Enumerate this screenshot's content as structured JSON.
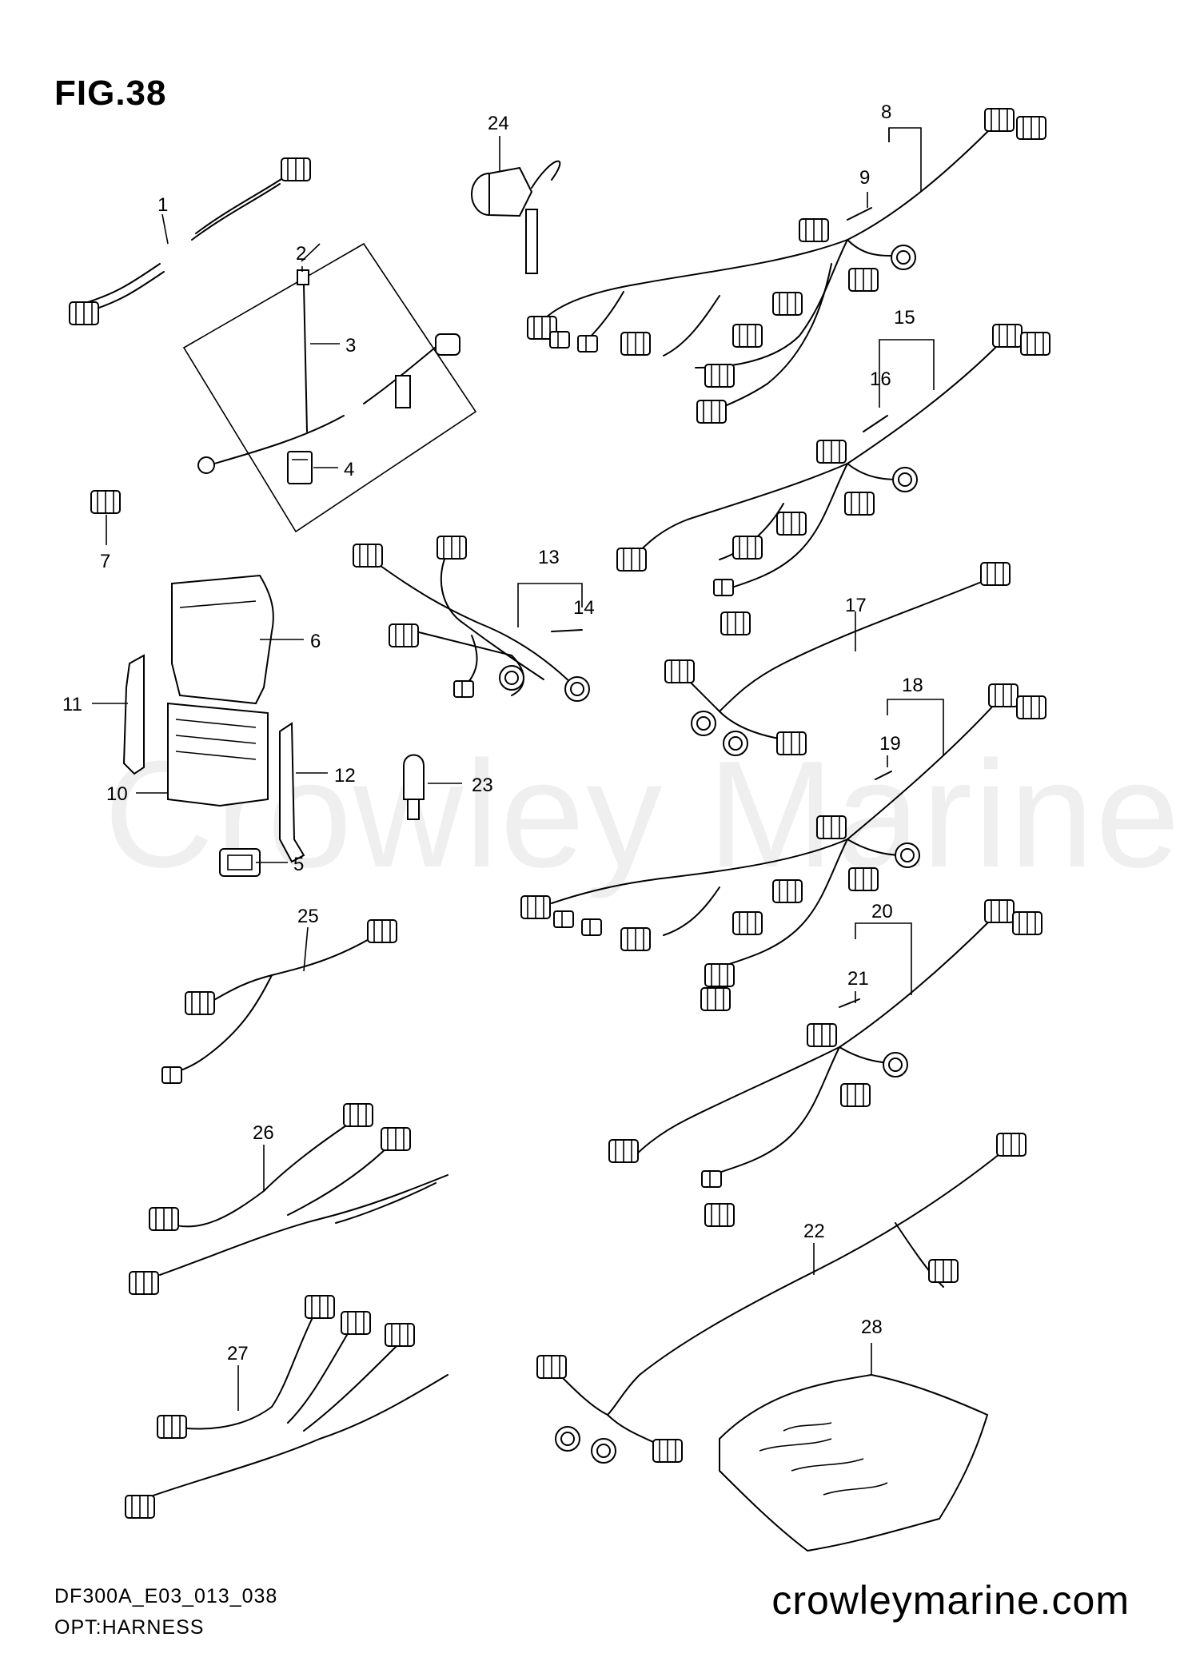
{
  "figure": {
    "title": "FIG.38",
    "code": "DF300A_E03_013_038",
    "description": "OPT:HARNESS"
  },
  "watermark": "Crowley Marine",
  "site": "crowleymarine.com",
  "callouts": [
    "1",
    "2",
    "3",
    "4",
    "5",
    "6",
    "7",
    "8",
    "9",
    "10",
    "11",
    "12",
    "13",
    "14",
    "15",
    "16",
    "17",
    "18",
    "19",
    "20",
    "21",
    "22",
    "23",
    "24",
    "25",
    "26",
    "27",
    "28"
  ]
}
